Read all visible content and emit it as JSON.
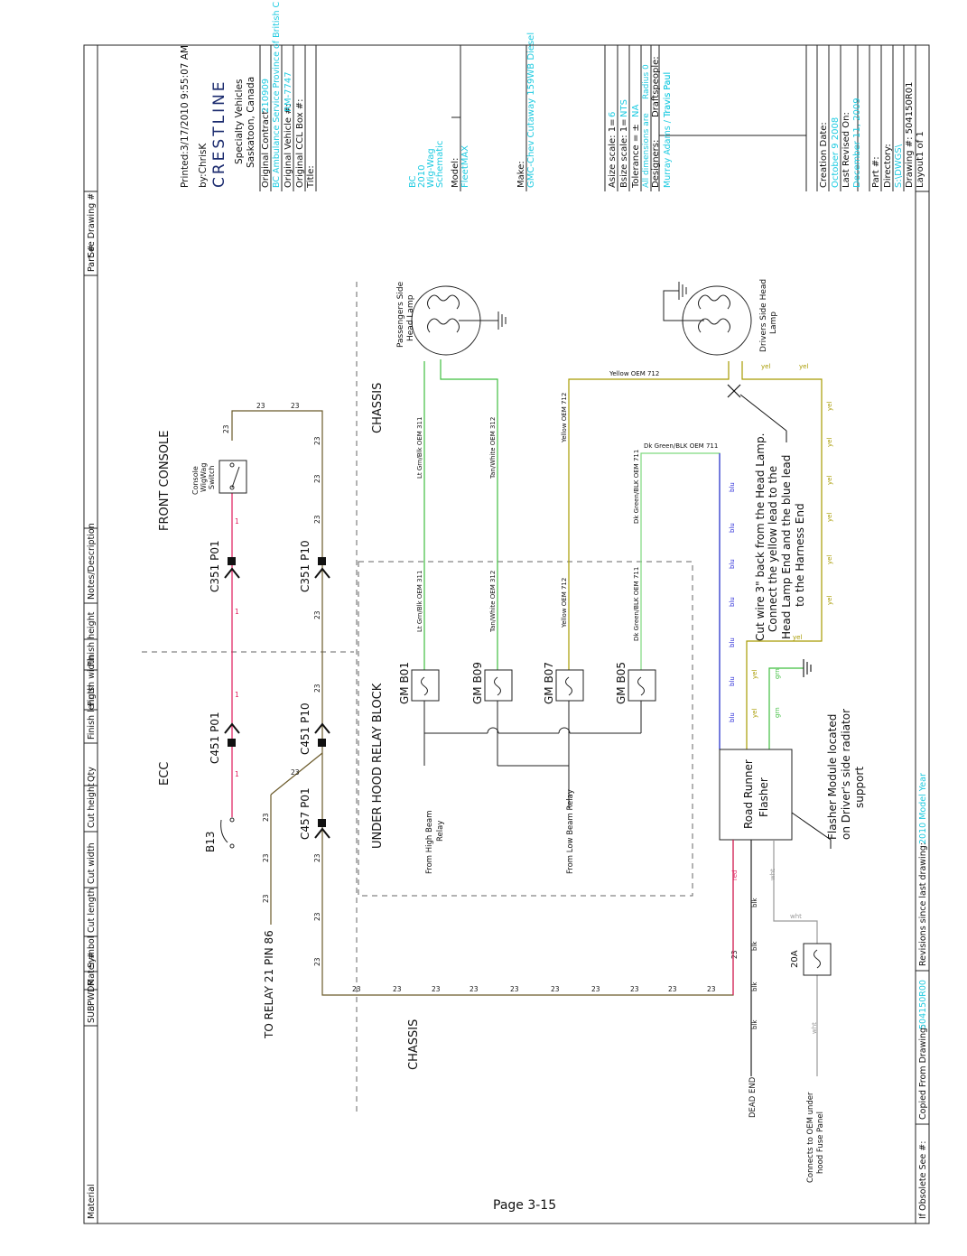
{
  "page_number": "Page 3-15",
  "table_header": [
    "Material",
    "SUB",
    "PWDR",
    "Mater.#",
    "Symbol",
    "Cut length",
    "Cut width",
    "Cut height",
    "Qty",
    "Finish length",
    "Finish width",
    "Finish height",
    "Notes/Description",
    "Part #",
    "See Drawing #"
  ],
  "footer": {
    "obsolete": "If Obsolete See #:",
    "copied_from": "Copied From Drawing:",
    "copied_value": "504150R00",
    "revisions": "Revisions since last drawing:",
    "revisions_value": "2010 Model Year"
  },
  "title_block": {
    "printed": "Printed:3/17/2010 9:55:07 AM",
    "by": "by:ChrisK",
    "logo": "CRESTLINE",
    "company_line1": "Specialty Vehicles",
    "company_line2": "Saskatoon, Canada",
    "original_contract_label": "Original Contract:",
    "original_contract_value": "210909",
    "province_line": "BC Ambulance Service Province of British C",
    "original_vehicle_label": "Original Vehicle #:",
    "original_vehicle_value": "RM-7747",
    "ccl_box_label": "Original CCL Box #:",
    "title_label": "Title:",
    "title_values": [
      "BC",
      "2010",
      "Wig-Wag",
      "Schematic"
    ],
    "model_label": "Model:",
    "model_value": "FleetMAX",
    "make_label": "Make:",
    "make_value": "GMC-Chev Cutaway 159WB Diesel",
    "asize_label": "Asize scale: 1=",
    "asize_value": "6",
    "bsize_label": "Bsize scale: 1=",
    "bsize_value": "NTS",
    "tolerance_label": "Tolerance = ±",
    "tolerance_value": "NA",
    "tolerance_note": "All dimensions are",
    "radius_note": "Radius 0",
    "designers_label": "Designers:",
    "designers_value": "Murray Adams / Travis Paul",
    "draftspeople_label": "Draftspeople:",
    "draftspeople_value": "Travis Paul",
    "creation_label": "Creation Date:",
    "creation_value": "October 9 2008",
    "revised_label": "Last Revised On:",
    "revised_value": "December 11, 2009",
    "part_label": "Part #:",
    "directory_label": "Directory:",
    "directory_value": "S:\\DWGS\\",
    "drawing_label": "Drawing #: 504150R01",
    "layout_label": "Layout1 of 1"
  },
  "diagram": {
    "zone_ecc": "ECC",
    "zone_front_console": "FRONT CONSOLE",
    "zone_chassis_top": "CHASSIS",
    "zone_chassis_bottom": "CHASSIS",
    "zone_under_hood": "UNDER HOOD RELAY BLOCK",
    "switch_console": [
      "Console",
      "WigWag",
      "Switch"
    ],
    "switch_b13": "B13",
    "conn_c351_p01": "C351 P01",
    "conn_c351_p10": "C351 P10",
    "conn_c451_p01": "C451 P01",
    "conn_c451_p10": "C451 P10",
    "conn_c457_p01": "C457 P01",
    "relay_label": "TO RELAY 21 PIN 86",
    "fuse_b01": "GM B01",
    "fuse_b09": "GM B09",
    "fuse_b07": "GM B07",
    "fuse_b05": "GM B05",
    "from_high_beam": [
      "From High Beam",
      "Relay"
    ],
    "from_low_beam": "From Low Beam Relay",
    "wire_311": "Lt Grn/Blk OEM 311",
    "wire_312": "Tan/White OEM 312",
    "wire_712": "Yellow OEM 712",
    "wire_711": "Dk Green/BLK OEM 711",
    "lamp_passenger": [
      "Passengers Side",
      "Head Lamp"
    ],
    "lamp_driver": [
      "Drivers Side Head",
      "Lamp"
    ],
    "cut_note": [
      "Cut wire 3\" back from the Head Lamp.",
      "Connect the yellow lead to the",
      "Head Lamp End and the blue lead",
      "to the Harness End"
    ],
    "flasher": [
      "Road Runner",
      "Flasher"
    ],
    "flasher_note": [
      "Flasher Module located",
      "on Driver's side radiator",
      "support"
    ],
    "fuse_20a": "20A",
    "dead_end": "DEAD END",
    "oem_fuse": [
      "Connects to OEM under",
      "hood Fuse Panel"
    ],
    "num_23": "23",
    "num_1": "1",
    "blu": "blu",
    "yel": "yel",
    "grn": "grn",
    "red": "red",
    "blk": "blk",
    "wht": "wht"
  },
  "colors": {
    "ink": "#222222",
    "wire_23": "#6b5a2a",
    "wire_1": "#e0195a",
    "wire_lt_grn": "#3fbf3f",
    "wire_yellow": "#a89b00",
    "wire_dkgreen": "#7fd97f",
    "wire_blue": "#2a2ad8",
    "wire_gray": "#9a9a9a",
    "cyan": "#1ecbe1",
    "logo": "#1a2a6e"
  }
}
